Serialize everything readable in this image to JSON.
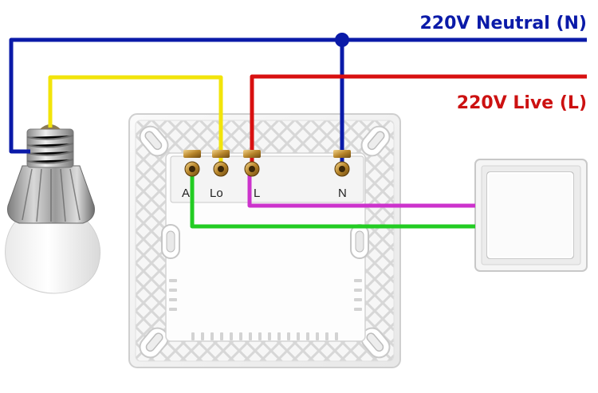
{
  "labels": {
    "neutral": "220V Neutral (N)",
    "live": "220V Live (L)"
  },
  "terminals": {
    "a": "A",
    "lo": "Lo",
    "l": "L",
    "n": "N"
  },
  "colors": {
    "neutral": "#0a1aa8",
    "live": "#d81010",
    "lamp_wire": "#f2e40a",
    "traveler_a": "#22cc22",
    "traveler_l": "#cc33cc",
    "neutral_label": "#0a1aa8",
    "live_label": "#cc1111"
  },
  "icons": {
    "bulb": "led-bulb-icon",
    "module": "dimmer-module-icon",
    "switch": "wall-switch-icon"
  }
}
